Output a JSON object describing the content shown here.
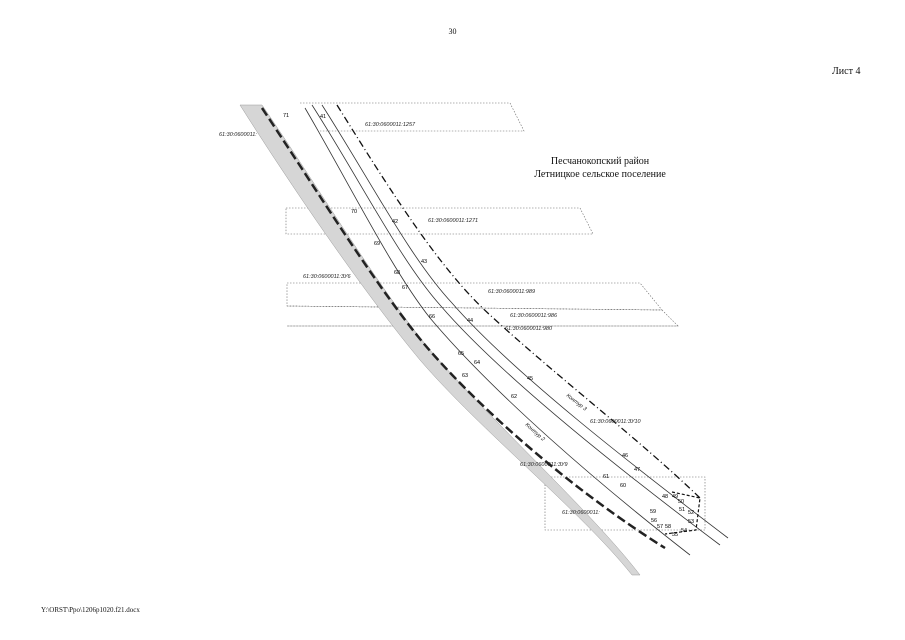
{
  "header": {
    "page_number": "30",
    "sheet_label": "Лист 4"
  },
  "region": {
    "line1": "Песчанокопский район",
    "line2": "Летницкое сельское поселение"
  },
  "parcels": [
    "61:30:0600011:1257",
    "61:30:0600011:",
    "61:30:0600011:1271",
    "61:30:0600011:ЗУ6",
    "61:30:0600011:989",
    "61:30:0600011:986",
    "61:30:0600011:980",
    "61:30:0600011:ЗУ10",
    "61:30:0600011:ЗУ9",
    "61:30:0600011:"
  ],
  "contours": [
    "Контур 3",
    "Контур 2"
  ],
  "points": [
    "41",
    "42",
    "43",
    "44",
    "45",
    "46",
    "47",
    "48",
    "49",
    "50",
    "51",
    "52",
    "53",
    "54",
    "55",
    "56",
    "57",
    "58",
    "59",
    "60",
    "61",
    "62",
    "63",
    "64",
    "65",
    "66",
    "67",
    "68",
    "69",
    "70",
    "71"
  ],
  "footer": {
    "path": "Y:\\ORST\\Ppo\\1206p1020.f21.docx"
  }
}
